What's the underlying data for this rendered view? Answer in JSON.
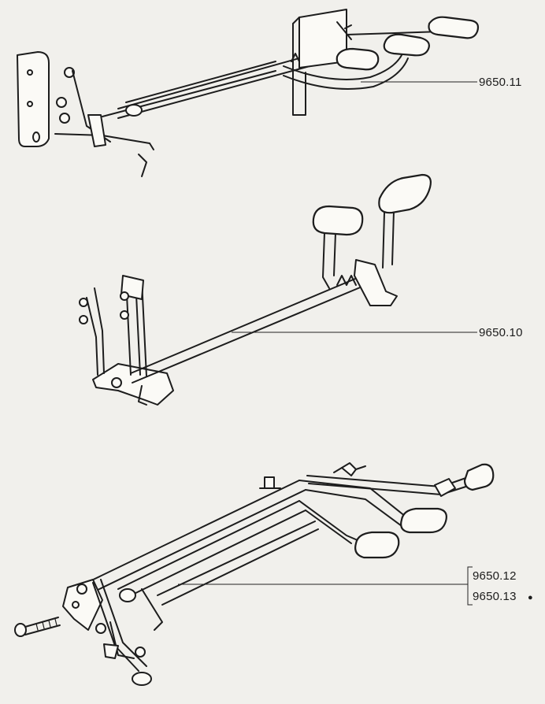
{
  "diagram": {
    "parts": [
      {
        "id": "pedal-assembly-top",
        "ref": "9650.11"
      },
      {
        "id": "pedal-assembly-middle",
        "ref": "9650.10"
      },
      {
        "id": "pedal-assembly-bottom",
        "refs": [
          "9650.12",
          "9650.13"
        ],
        "note_mark": "●"
      }
    ]
  }
}
